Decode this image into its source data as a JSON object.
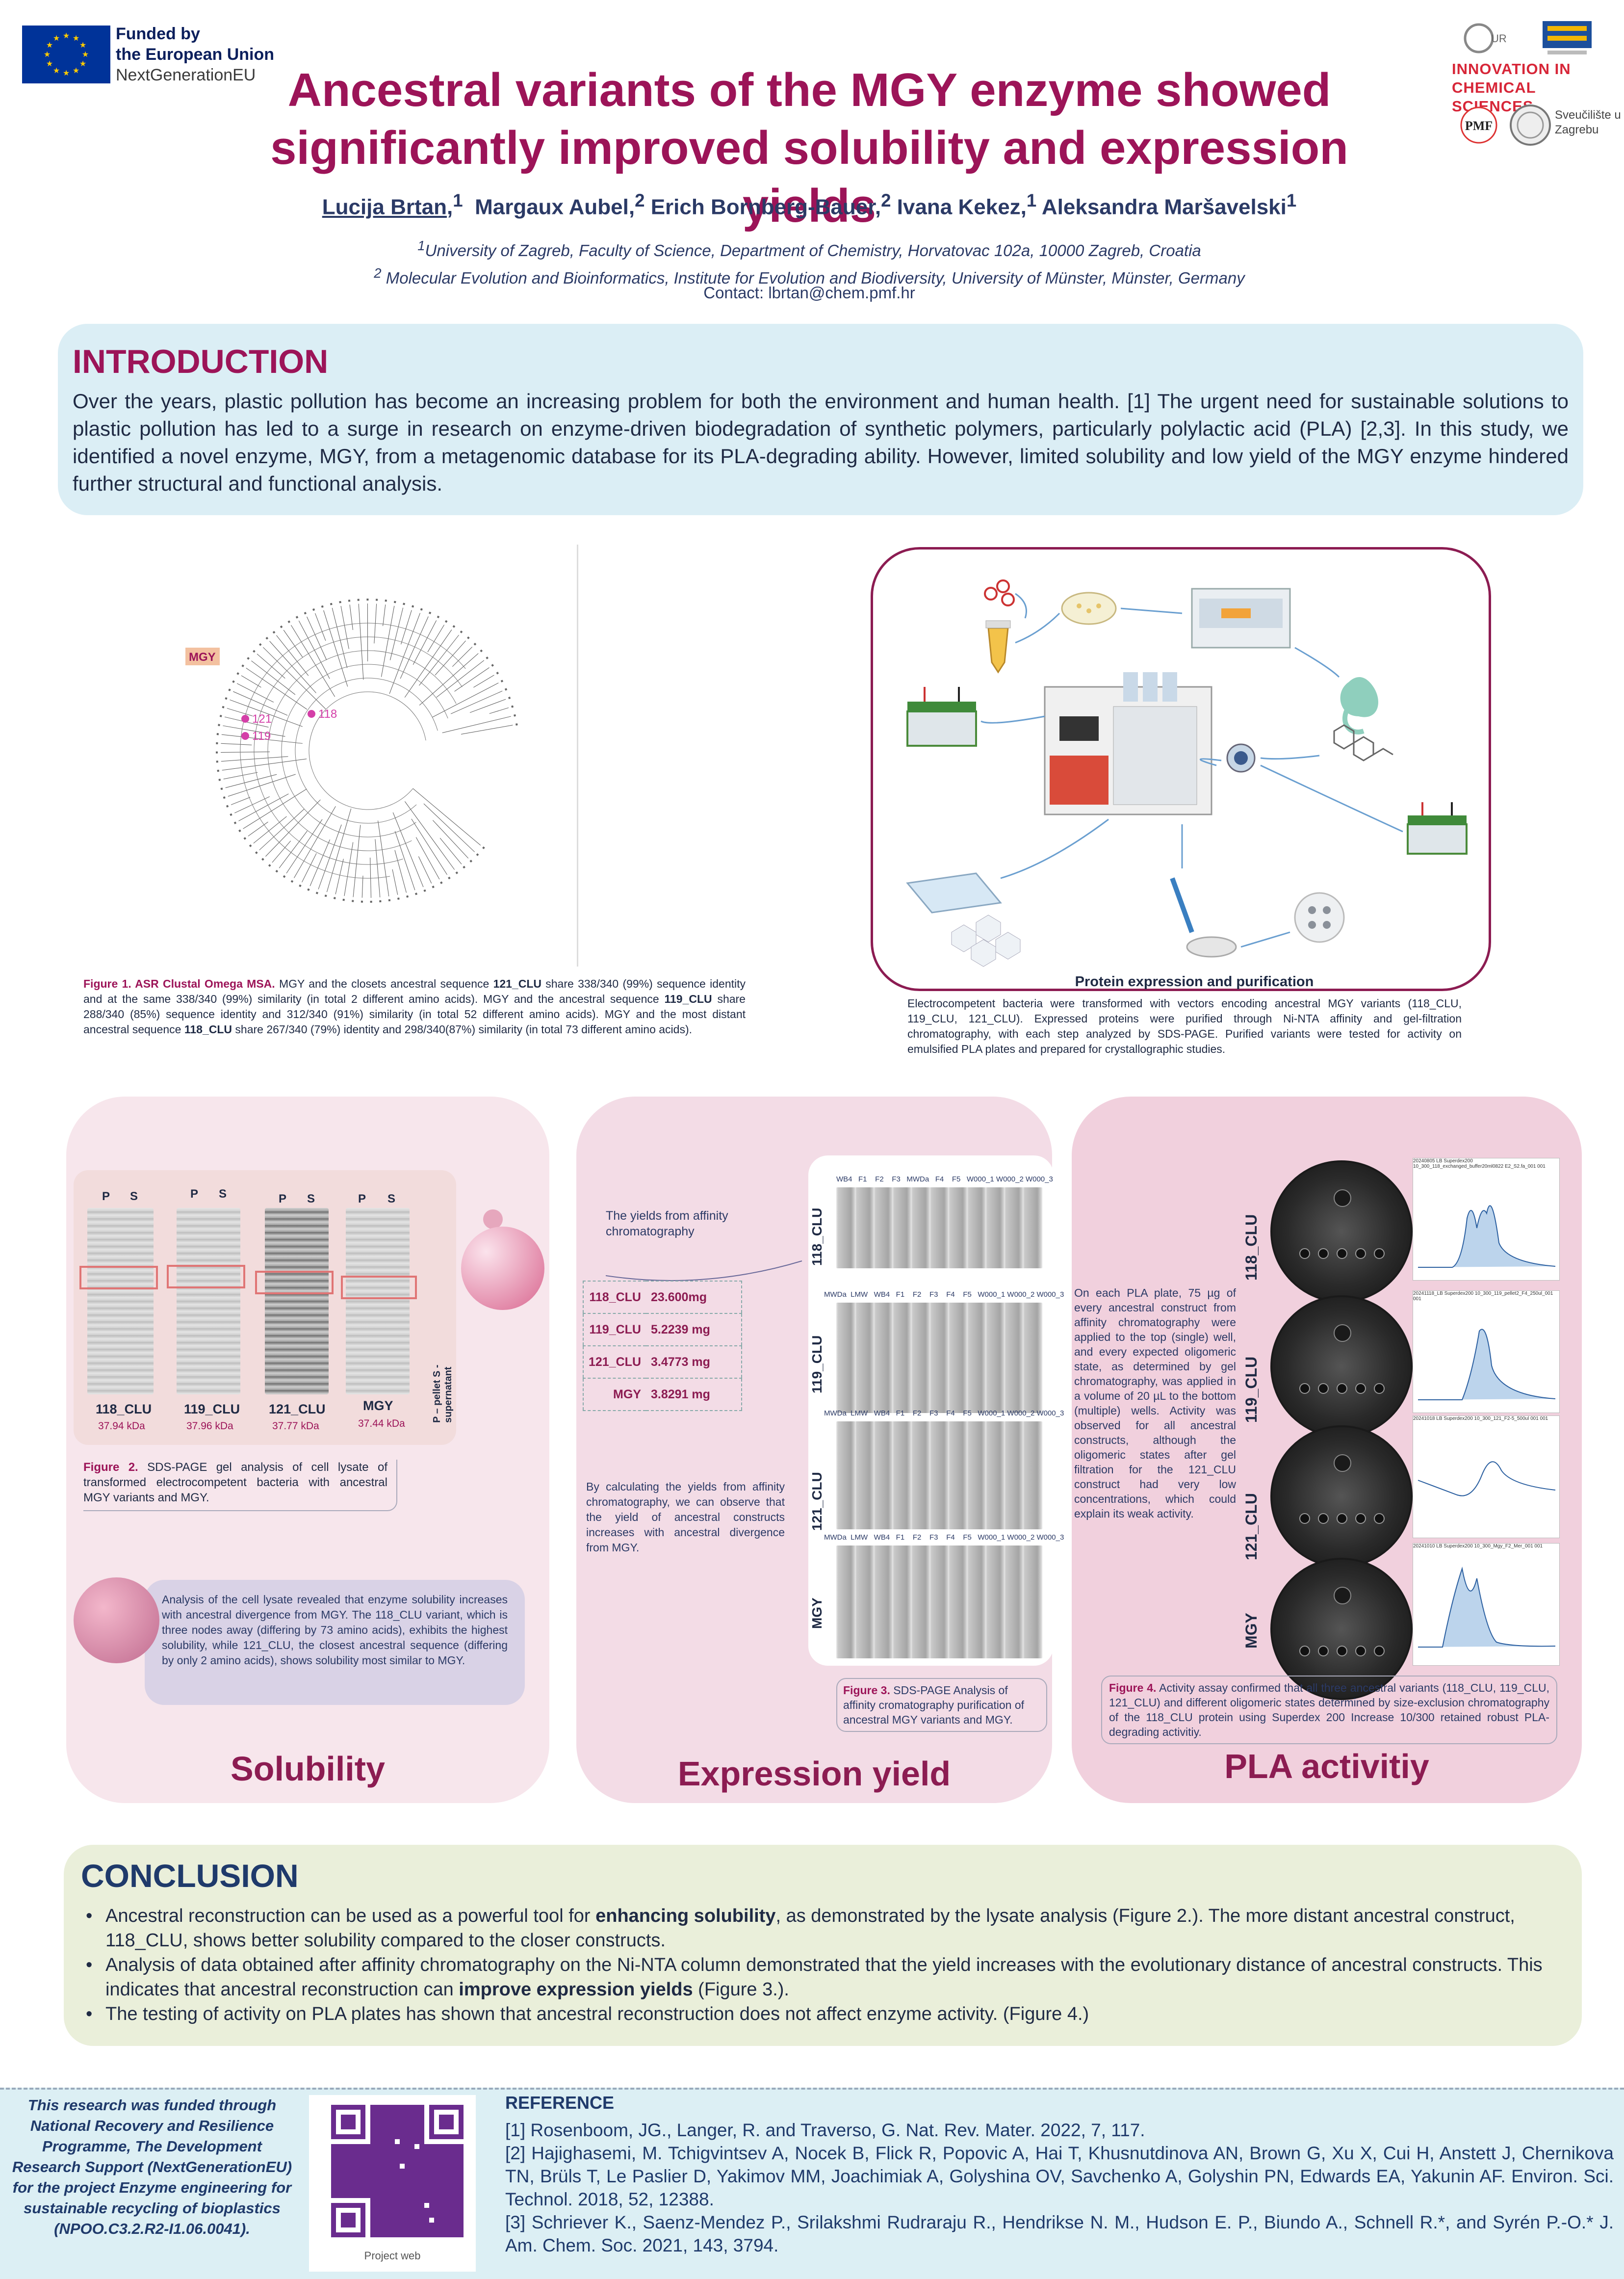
{
  "header": {
    "eu_line1": "Funded by",
    "eu_line2": "the European Union",
    "eu_line3": "NextGenerationEU",
    "title_line1": "Ancestral variants of the MGY enzyme showed",
    "title_line2": "significantly improved solubility and expression yields",
    "authors": {
      "a1": "Lucija Brtan",
      "a1_sup": "1",
      "a2": "Margaux Aubel,",
      "a2_sup": "2",
      "a3": "Erich Bornberg-Bauer,",
      "a3_sup": "2",
      "a4": "Ivana Kekez,",
      "a4_sup": "1",
      "a5": "Aleksandra Maršavelski",
      "a5_sup": "1"
    },
    "aff1_sup": "1",
    "aff1": "University of Zagreb, Faculty of Science, Department of Chemistry, Horvatovac 102a, 10000 Zagreb, Croatia",
    "aff2_sup": "2",
    "aff2": " Molecular Evolution and Bioinformatics, Institute for Evolution and Biodiversity, University of Münster, Münster, Germany",
    "contact": "Contact: lbrtan@chem.pmf.hr",
    "ics_line1": "INNOVATION IN",
    "ics_line2": "CHEMICAL SCIENCES",
    "pmf": "PMF",
    "unizg_line1": "Sveučilište u",
    "unizg_line2": "Zagrebu"
  },
  "intro": {
    "title": "INTRODUCTION",
    "text": "Over the years, plastic pollution has become an increasing problem for both the environment and human health. [1] The urgent need for sustainable solutions to plastic pollution has led to a surge in research on enzyme-driven biodegradation of synthetic polymers, particularly polylactic acid (PLA) [2,3]. In this study, we identified a novel enzyme, MGY, from a metagenomic database for its PLA-degrading ability. However, limited solubility and low yield of the MGY enzyme hindered further structural and functional analysis."
  },
  "figure1": {
    "tree_labels": {
      "mgy": "MGY",
      "n121": "121",
      "n119": "119",
      "n118": "118"
    },
    "caption_label": "Figure 1. ASR Clustal Omega MSA.",
    "caption_p1": " MGY and the closets ancestral sequence ",
    "caption_b1": "121_CLU",
    "caption_p2": " share 338/340 (99%) sequence identity and at the same 338/340 (99%) similarity (in total 2 different amino acids). MGY and the ancestral sequence ",
    "caption_b2": "119_CLU",
    "caption_p3": " share 288/340 (85%) sequence identity and 312/340 (91%) similarity (in total 52 different amino acids). MGY and the most distant ancestral sequence ",
    "caption_b3": "118_CLU",
    "caption_p4": " share 267/340 (79%) identity and 298/340(87%) similarity (in total 73 different amino acids)."
  },
  "workflow": {
    "title": "Protein expression and purification",
    "caption": "Electrocompetent bacteria were transformed with vectors encoding ancestral MGY variants (118_CLU, 119_CLU, 121_CLU). Expressed proteins were purified through Ni-NTA affinity and gel-filtration chromatography, with each step analyzed by SDS-PAGE. Purified variants were tested for activity on emulsified PLA plates and prepared for crystallographic studies."
  },
  "solubility": {
    "title": "Solubility",
    "lane_p": "P",
    "lane_s": "S",
    "gels": [
      {
        "name": "118_CLU",
        "kda": "37.94 kDa"
      },
      {
        "name": "119_CLU",
        "kda": "37.96 kDa"
      },
      {
        "name": "121_CLU",
        "kda": "37.77 kDa"
      },
      {
        "name": "MGY",
        "kda": "37.44 kDa"
      }
    ],
    "pellet_label": "P – pellet S - supernatant",
    "fig2_label": "Figure 2.",
    "fig2_text": " SDS-PAGE gel analysis of cell lysate of transformed electrocompetent bacteria with ancestral MGY variants and MGY.",
    "analysis": "Analysis of the cell lysate revealed that enzyme solubility increases with ancestral divergence from MGY. The 118_CLU variant, which is three nodes away (differing by 73 amino acids), exhibits the highest solubility, while 121_CLU, the closest ancestral sequence (differing by only 2 amino acids), shows solubility most similar to MGY."
  },
  "expression": {
    "title": "Expression yield",
    "yields_label": "The yields from affinity chromatography",
    "yields": [
      {
        "name": "118_CLU",
        "value": "23.600mg"
      },
      {
        "name": "119_CLU",
        "value": "5.2239 mg"
      },
      {
        "name": "121_CLU",
        "value": "3.4773 mg"
      },
      {
        "name": "MGY",
        "value": "3.8291 mg"
      }
    ],
    "analysis": "By calculating the yields from affinity chromatography, we can observe that the yield of ancestral constructs increases with ancestral divergence from MGY.",
    "gels": [
      {
        "name": "118_CLU",
        "head": "WB4   F1    F2    F3   MWDa   F4    F5   W000_1 W000_2 W000_3"
      },
      {
        "name": "119_CLU",
        "head": "MWDa  LMW   WB4   F1    F2    F3    F4    F5   W000_1 W000_2 W000_3"
      },
      {
        "name": "121_CLU",
        "head": "MWDa  LMW   WB4   F1    F2    F3    F4    F5   W000_1 W000_2 W000_3"
      },
      {
        "name": "MGY",
        "head": "MWDa  LMW   WB4   F1    F2    F3    F4    F5   W000_1 W000_2 W000_3"
      }
    ],
    "fig3_label": "Figure 3.",
    "fig3_text": " SDS-PAGE Analysis of affinity cromatography purification of ancestral MGY variants and MGY."
  },
  "pla": {
    "title": "PLA activitiy",
    "text": "On each PLA plate, 75 µg of every ancestral construct from affinity chromatography were applied to the top (single) well, and every expected oligomeric state, as determined by gel chromatography, was applied in a volume of 20 µL to the bottom (multiple) wells. Activity was observed for all ancestral constructs, although the oligomeric states after gel filtration for the 121_CLU construct had very low concentrations, which could explain its weak activity.",
    "plates": [
      {
        "name": "118_CLU",
        "chrom_title": "20240805 LB Superdex200 10_300_118_exchanged_buffer20ml0822 E2_S2.fa_001 001"
      },
      {
        "name": "119_CLU",
        "chrom_title": "20241118_LB Superdex200 10_300_119_pellet2_F4_250ul_001 001"
      },
      {
        "name": "121_CLU",
        "chrom_title": "20241018 LB Superdex200 10_300_121_F2-5_500ul 001 001"
      },
      {
        "name": "MGY",
        "chrom_title": "20241010 LB Superdex200 10_300_Mgy_F2_Mer_001 001"
      }
    ],
    "fig4_label": "Figure 4.",
    "fig4_text": " Activity assay confirmed that all three ancestral variants (118_CLU, 119_CLU, 121_CLU) and different oligomeric states determined by size-exclusion chromatography of the 118_CLU protein using Superdex 200 Increase 10/300 retained robust PLA-degrading activitiy."
  },
  "conclusion": {
    "title": "CONCLUSION",
    "items": [
      {
        "pre": "Ancestral reconstruction can be used as a powerful tool for ",
        "bold": "enhancing solubility",
        "post": ", as demonstrated by the lysate analysis (Figure 2.). The more distant ancestral construct, 118_CLU, shows better solubility compared to the closer constructs."
      },
      {
        "pre": "Analysis of data obtained after affinity chromatography on the Ni-NTA column demonstrated that the yield increases with the evolutionary distance of ancestral constructs. This indicates that ancestral reconstruction can ",
        "bold": "improve expression yields",
        "post": " (Figure 3.)."
      },
      {
        "pre": "The testing of activity on PLA plates has shown that ancestral reconstruction does not affect enzyme activity. (Figure 4.)",
        "bold": "",
        "post": ""
      }
    ]
  },
  "footer": {
    "funding": "This research was funded through National Recovery and Resilience Programme, The Development Research Support (NextGenerationEU) for the project Enzyme engineering for sustainable recycling of bioplastics (NPOO.C3.2.R2-I1.06.0041).",
    "qr_label": "Project web",
    "ref_title": "REFERENCE",
    "refs": [
      "[1] Rosenboom, JG., Langer, R. and Traverso, G. Nat. Rev. Mater. 2022, 7, 117.",
      "[2] Hajighasemi, M. Tchigvintsev A, Nocek B, Flick R, Popovic A, Hai T, Khusnutdinova AN, Brown G, Xu X, Cui H, Anstett J, Chernikova TN, Brüls T, Le Paslier D, Yakimov MM, Joachimiak A, Golyshina OV, Savchenko A, Golyshin PN, Edwards EA, Yakunin AF. Environ. Sci. Technol. 2018, 52, 12388.",
      "[3] Schriever K., Saenz-Mendez P., Srilakshmi Rudraraju R., Hendrikse N. M., Hudson E. P., Biundo A., Schnell R.*, and Syrén P.-O.* J. Am. Chem. Soc. 2021, 143, 3794."
    ]
  },
  "colors": {
    "accent": "#9c1458",
    "navy": "#1f3a6b",
    "intro_bg": "#dbeef5",
    "conclusion_bg": "#eaefda"
  }
}
